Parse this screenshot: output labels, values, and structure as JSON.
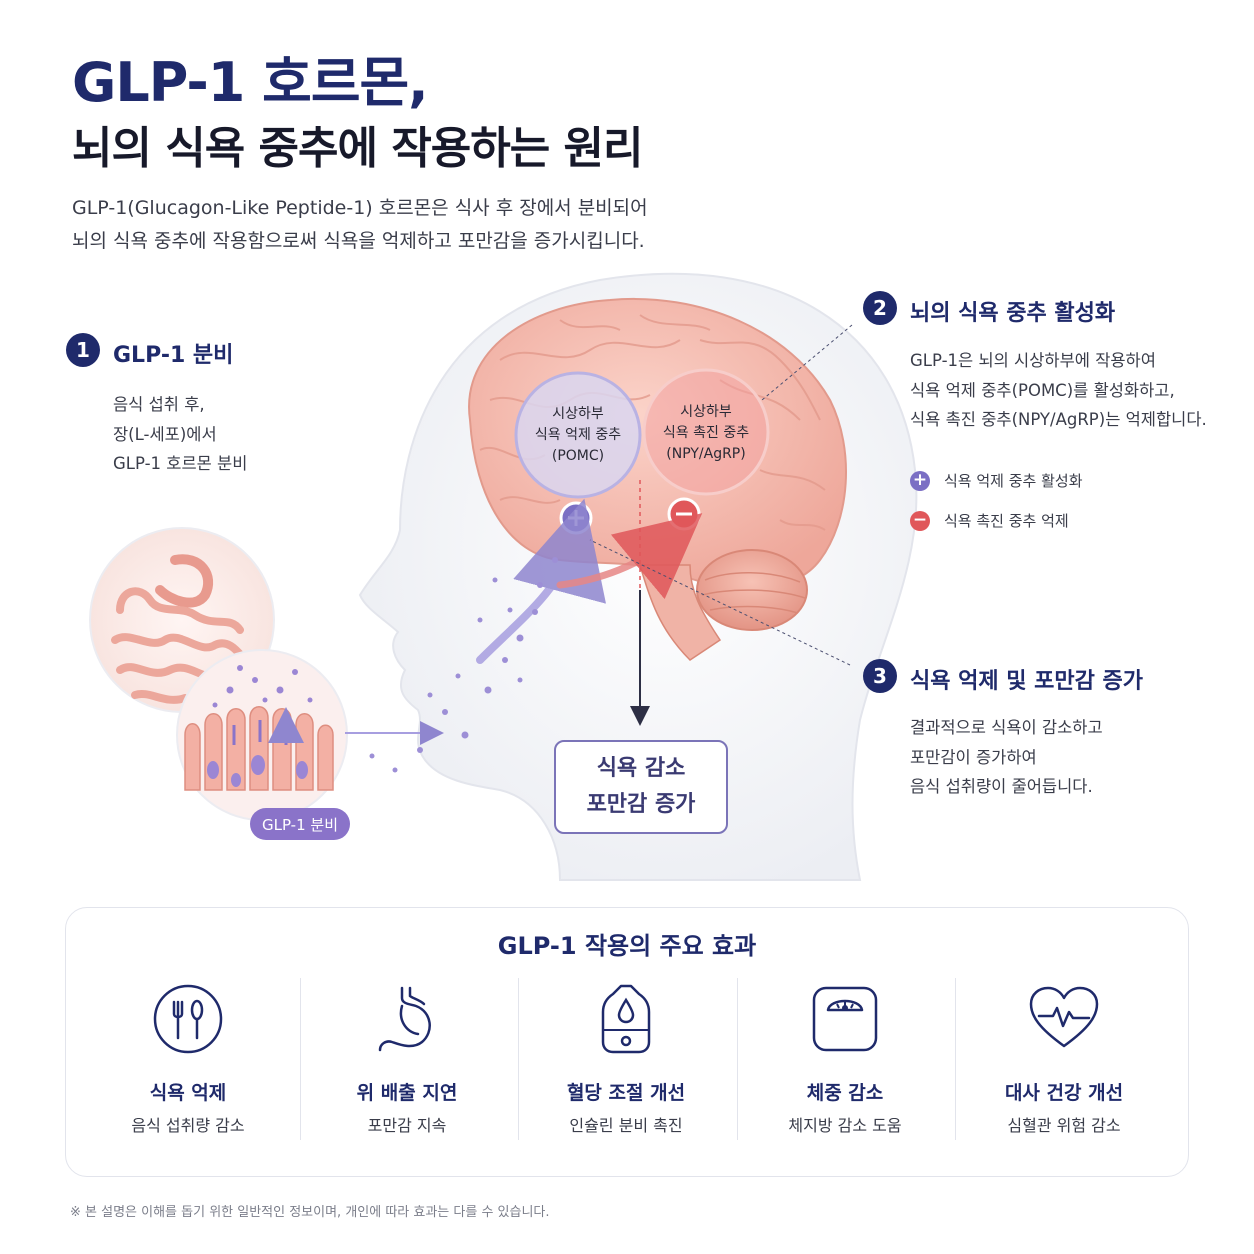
{
  "header": {
    "title_line1": "GLP-1 호르몬,",
    "title_line2": "뇌의 식욕 중추에 작용하는 원리",
    "intro_line1": "GLP-1(Glucagon-Like Peptide-1) 호르몬은 식사 후 장에서 분비되어",
    "intro_line2": "뇌의 식욕 중추에 작용함으로써 식욕을 억제하고 포만감을 증가시킵니다."
  },
  "steps": [
    {
      "num": "1",
      "title": "GLP-1 분비",
      "lines": [
        "음식 섭취 후,",
        "장(L-세포)에서",
        "GLP-1 호르몬 분비"
      ]
    },
    {
      "num": "2",
      "title": "뇌의 식욕 중추 활성화",
      "lines": [
        "GLP-1은 뇌의 시상하부에 작용하여",
        "식욕 억제 중추(POMC)를 활성화하고,",
        "식욕 촉진 중추(NPY/AgRP)는 억제합니다."
      ]
    },
    {
      "num": "3",
      "title": "식욕 억제 및 포만감 증가",
      "lines": [
        "결과적으로 식욕이 감소하고",
        "포만감이 증가하여",
        "음식 섭취량이 줄어듭니다."
      ]
    }
  ],
  "legend": {
    "plus_symbol": "+",
    "minus_symbol": "−",
    "plus_label": "식욕 억제 중추 활성화",
    "minus_label": "식욕 촉진 중추 억제"
  },
  "brain": {
    "pomc": [
      "시상하부",
      "식욕 억제 중추",
      "(POMC)"
    ],
    "npy": [
      "시상하부",
      "식욕 촉진 중추",
      "(NPY/AgRP)"
    ]
  },
  "result_box": {
    "line1": "식욕 감소",
    "line2": "포만감 증가"
  },
  "secrete_pill": "GLP-1 분비",
  "effects": {
    "title": "GLP-1 작용의 주요 효과",
    "items": [
      {
        "icon": "fork-spoon-icon",
        "title": "식욕 억제",
        "desc": "음식 섭취량 감소"
      },
      {
        "icon": "stomach-icon",
        "title": "위 배출 지연",
        "desc": "포만감 지속"
      },
      {
        "icon": "glucose-meter-icon",
        "title": "혈당 조절 개선",
        "desc": "인슐린 분비 촉진"
      },
      {
        "icon": "scale-icon",
        "title": "체중 감소",
        "desc": "체지방 감소 도움"
      },
      {
        "icon": "heart-pulse-icon",
        "title": "대사 건강 개선",
        "desc": "심혈관 위험 감소"
      }
    ]
  },
  "footnote": "※ 본 설명은 이해를 돕기 위한 일반적인 정보이며, 개인에 따라 효과는 다를 수 있습니다.",
  "colors": {
    "navy": "#1f2a6b",
    "purple": "#7b6fc4",
    "red": "#e0575a",
    "brain_pink": "#f4b6aa"
  }
}
